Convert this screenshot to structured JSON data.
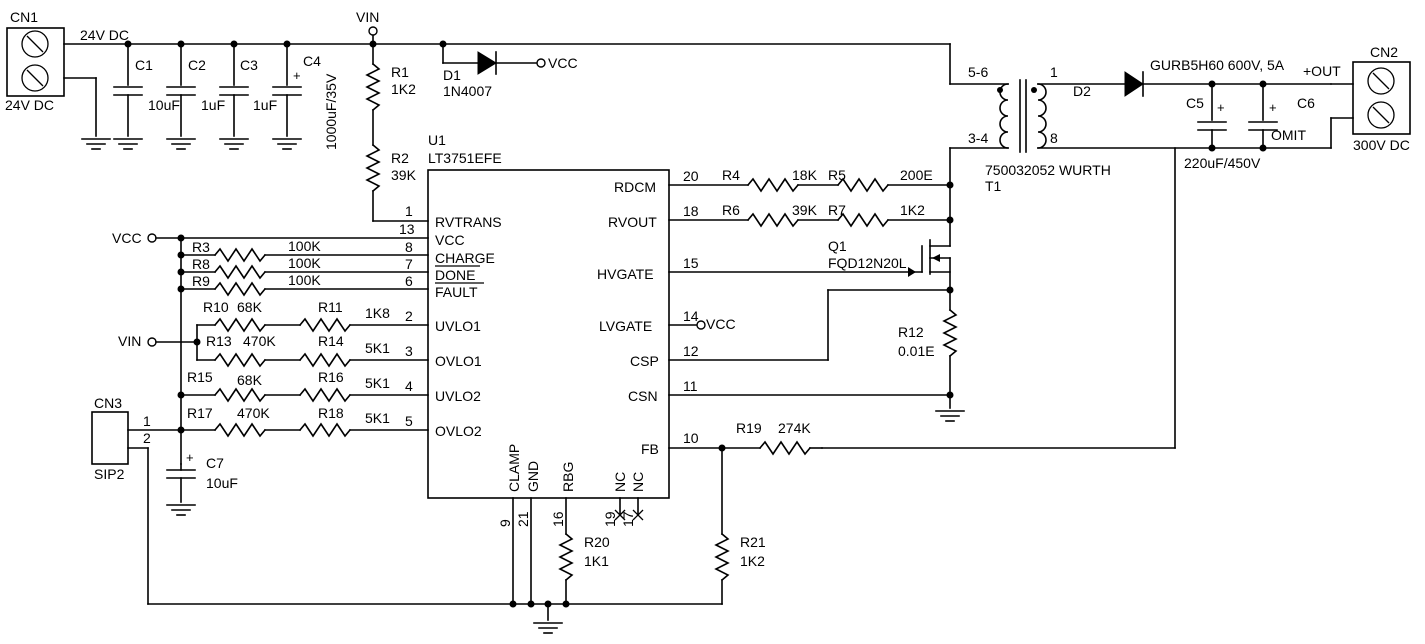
{
  "connectors": {
    "cn1": {
      "ref": "CN1",
      "label": "24V DC"
    },
    "cn2": {
      "ref": "CN2",
      "label": "300V DC"
    },
    "cn3": {
      "ref": "CN3",
      "label": "SIP2",
      "pin1": "1",
      "pin2": "2"
    }
  },
  "nets": {
    "vin": "VIN",
    "vcc": "VCC",
    "rail_24v": "24V DC",
    "out_plus": "+OUT"
  },
  "capacitors": {
    "c1": {
      "ref": "C1",
      "value": ""
    },
    "c2": {
      "ref": "C2",
      "value": "10uF"
    },
    "c3": {
      "ref": "C3",
      "value": "1uF"
    },
    "c3b": {
      "value": "1uF"
    },
    "c4": {
      "ref": "C4",
      "value": "1000uF/35V",
      "pol": "+"
    },
    "c5": {
      "ref": "C5",
      "pol": "+"
    },
    "c6": {
      "ref": "C6",
      "value": "OMIT",
      "pol": "+"
    },
    "c56_value": "220uF/450V",
    "c7": {
      "ref": "C7",
      "value": "10uF",
      "pol": "+"
    }
  },
  "resistors": {
    "r1": {
      "ref": "R1",
      "value": "1K2"
    },
    "r2": {
      "ref": "R2",
      "value": "39K"
    },
    "r3": {
      "ref": "R3",
      "value": "100K"
    },
    "r8": {
      "ref": "R8",
      "value": "100K"
    },
    "r9": {
      "ref": "R9",
      "value": "100K"
    },
    "r10": {
      "ref": "R10",
      "value": "68K"
    },
    "r11": {
      "ref": "R11",
      "value": "1K8"
    },
    "r13": {
      "ref": "R13",
      "value": "470K"
    },
    "r14": {
      "ref": "R14",
      "value": "5K1"
    },
    "r15": {
      "ref": "R15",
      "value": "68K"
    },
    "r16": {
      "ref": "R16",
      "value": "5K1"
    },
    "r17": {
      "ref": "R17",
      "value": "470K"
    },
    "r18": {
      "ref": "R18",
      "value": "5K1"
    },
    "r4": {
      "ref": "R4",
      "value": "18K"
    },
    "r5": {
      "ref": "R5",
      "value": "200E"
    },
    "r6": {
      "ref": "R6",
      "value": "39K"
    },
    "r7": {
      "ref": "R7",
      "value": "1K2"
    },
    "r12": {
      "ref": "R12",
      "value": "0.01E"
    },
    "r19": {
      "ref": "R19",
      "value": "274K"
    },
    "r20": {
      "ref": "R20",
      "value": "1K1"
    },
    "r21": {
      "ref": "R21",
      "value": "1K2"
    }
  },
  "diodes": {
    "d1": {
      "ref": "D1",
      "part": "1N4007"
    },
    "d2": {
      "ref": "D2",
      "part": "GURB5H60 600V, 5A"
    }
  },
  "transformer": {
    "ref": "T1",
    "part": "750032052 WURTH",
    "pri_top": "5-6",
    "pri_bot": "3-4",
    "sec_top": "1",
    "sec_bot": "8"
  },
  "mosfet": {
    "ref": "Q1",
    "part": "FQD12N20L"
  },
  "ic": {
    "ref": "U1",
    "part": "LT3751EFE",
    "left_pins": [
      {
        "num": "1",
        "name": "RVTRANS"
      },
      {
        "num": "13",
        "name": "VCC"
      },
      {
        "num": "8",
        "name": ""
      },
      {
        "num": "7",
        "name": "CHARGE"
      },
      {
        "num": "6",
        "name": "DONE"
      },
      {
        "num": "",
        "name": "FAULT"
      },
      {
        "num": "2",
        "name": "UVLO1"
      },
      {
        "num": "3",
        "name": "OVLO1"
      },
      {
        "num": "4",
        "name": "UVLO2"
      },
      {
        "num": "5",
        "name": "OVLO2"
      }
    ],
    "right_pins": [
      {
        "num": "20",
        "name": "RDCM"
      },
      {
        "num": "18",
        "name": "RVOUT"
      },
      {
        "num": "15",
        "name": "HVGATE"
      },
      {
        "num": "14",
        "name": "LVGATE"
      },
      {
        "num": "12",
        "name": "CSP"
      },
      {
        "num": "11",
        "name": "CSN"
      },
      {
        "num": "10",
        "name": "FB"
      }
    ],
    "bottom_pins": [
      {
        "num": "9",
        "name": "CLAMP"
      },
      {
        "num": "21",
        "name": "GND"
      },
      {
        "num": "16",
        "name": "RBG"
      },
      {
        "num": "19",
        "name": "NC"
      },
      {
        "num": "17",
        "name": "NC"
      }
    ]
  }
}
